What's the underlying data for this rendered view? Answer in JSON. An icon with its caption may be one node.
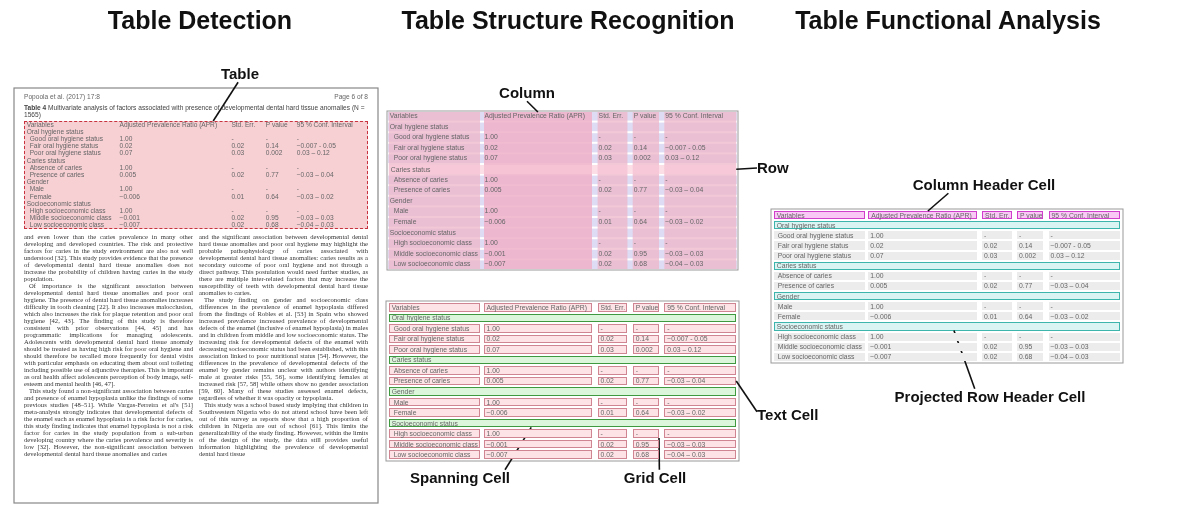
{
  "diagram": {
    "nodes": [
      {
        "text": [
          "Table"
        ]
      },
      {
        "text": [],
        "shape": "box",
        "beside": [
          "**Table 4** Multivariate analysis of factors associated with presence of developmental dental hard tissue anomalies (N = 1565)"
        ]
      },
      {
        "text": [
          "Column"
        ]
      },
      {
        "text": [],
        "shape": "box"
      },
      {
        "text": [
          "Row"
        ]
      },
      {
        "text": [
          "Caries status"
        ]
      },
      {
        "text": [
          "Text Cell"
        ]
      },
      {
        "text": [
          "−0.03 – 0.04"
        ]
      },
      {
        "text": [
          "Spanning Cell"
        ]
      },
      {
        "text": [
          "Socioeconomic status"
        ]
      },
      {
        "text": [
          "Grid Cell"
        ]
      },
      {
        "text": [
          "-"
        ]
      },
      {
        "text": [
          "Column Header Cell"
        ]
      },
      {
        "text": [
          "Adjusted Prevalence Ratio (APR)"
        ]
      },
      {
        "text": [
          "Projected Row Header Cell"
        ]
      },
      {
        "text": [
          "Socioeconomic status"
        ]
      }
    ],
    "edges": [
      {
        "from": 0,
        "to": 1,
        "arrow": "none"
      },
      {
        "from": 2,
        "to": 3,
        "arrow": "none"
      },
      {
        "from": 4,
        "to": 5,
        "arrow": "none"
      },
      {
        "from": 6,
        "to": 7,
        "arrow": "none"
      },
      {
        "from": 8,
        "to": 9,
        "arrow": "none"
      },
      {
        "from": 10,
        "to": 11,
        "arrow": "none"
      },
      {
        "from": 12,
        "to": 13,
        "arrow": "none"
      },
      {
        "from": 14,
        "to": 15,
        "arrow": "none"
      }
    ],
    "labels": [
      "Table Detection",
      "Table Structure Recognition",
      "Table Functional Analysis",
      "Popoola et al. (2017) 17:8",
      "Page 6 of 8",
      "Variables",
      "Adjusted Prevalence Ratio (APR)",
      "Std. Err.",
      "P value",
      "95 % Conf. Interval",
      "Oral hygiene status",
      "Good oral hygiene status",
      "1.00",
      "-",
      "-",
      "-",
      "Fair oral hygiene status",
      "0.02",
      "0.02",
      "0.14",
      "−0.007 - 0.05",
      "Poor oral hygiene status",
      "0.07",
      "0.03",
      "0.002",
      "0.03 – 0.12",
      "Caries status",
      "Absence of caries",
      "1.00",
      "-",
      "-",
      "-",
      "Presence of caries",
      "0.005",
      "0.02",
      "0.77",
      "−0.03 – 0.04",
      "Gender",
      "Male",
      "1.00",
      "-",
      "-",
      "-",
      "Female",
      "−0.006",
      "0.01",
      "0.64",
      "−0.03 – 0.02",
      "Socioeconomic status",
      "High socioeconomic class",
      "1.00",
      "-",
      "-",
      "-",
      "Middle socioeconomic class",
      "−0.001",
      "0.02",
      "0.95",
      "−0.03 – 0.03",
      "Low socioeconomic class",
      "−0.007",
      "0.02",
      "0.68",
      "−0.04 – 0.03",
      "and even lower than the caries prevalence in many other developing and developed countries. The risk and protective factors for caries in the study environment are also not well understood [32]. This study provides evidence that the presence of developmental dental hard tissue anomalies does not increase the probability of children having caries in the study population.",
      "Of importance is the significant association between developmental dental hard tissue anomalies and poor oral hygiene. The presence of dental hard tissue anomalies increases difficulty in tooth cleaning [22]. It also increases malocclusion, which also increases the risk for plaque retention and poor oral hygiene [42, 43]. The finding of this study is therefore consistent with prior observations [44, 45] and has programmatic implications for managing adolescents. Adolescents with developmental dental hard tissue anomaly should be treated as having high risk for poor oral hygiene and should therefore be recalled more frequently for dental visits with particular emphasis on educating them about oral toileting including possible use of adjunctive therapies. This is important as oral health affect adolescents perception of body image, self-esteem and mental health [46, 47].",
      "This study found a non-significant association between caries and presence of enamel hypoplasia unlike the findings of some previous studies [48–51]. While Vargas-Ferreira et al's [51] meta-analysis strongly indicates that developmental defects of the enamel such as enamel hypoplasia is a risk factor for caries, this study finding indicates that enamel hypoplasia is not a risk factor for caries in the study population from a sub-urban developing country where the caries prevalence and severity is low [32]. However, the non-significant association between developmental dental hard tissue anomalies and caries",
      "and the significant association between developmental dental hard tissue anomalies and poor oral hygiene may highlight the probable pathophysiology of caries associated with developmental dental hard tissue anomalies: caries results as a secondary outcome of poor oral hygiene and not through a direct pathway. This postulation would need further studies, as there are multiple inter-related factors that may increase the susceptibility of teeth with developmental dental hard tissue anomalies to caries.",
      "The study finding on gender and socioeconomic class differences in the prevalence of enamel hypoplasia differed from the findings of Robles et al. [53] in Spain who showed increased prevalence increased prevalence of developmental defects of the enamel (inclusive of enamel hypoplasia) in males and in children from middle and low socioeconomic status. The increasing risk for developmental defects of the enamel with decreasing socioeconomic status had been established, with this association linked to poor nutritional status [54]. However, the differences in the prevalence of developmental defects of the enamel by gender remains unclear with authors identifying male at greater risks [55, 56], some identifying females at increased risk [57, 58] while others show no gender association [59, 60]. Many of these studies assessed enamel defects, regardless of whether it was opacity or hypoplasia.",
      "This study was a school based study implying that children in Southwestern Nigeria who do not attend school have been left out of this survey as reports show that a high proportion of children in Nigeria are out of school [61]. This limits the generalizability of the study finding. However, within the limits of the design of the study, the data still provides useful information highlighting the prevalence of developmental dental hard tissue",
      "Variables",
      "Adjusted Prevalence Ratio (APR)",
      "Std. Err.",
      "P value",
      "95 % Conf. Interval",
      "Oral hygiene status",
      "Good oral hygiene status",
      "1.00",
      "-",
      "-",
      "-",
      "Fair oral hygiene status",
      "0.02",
      "0.02",
      "0.14",
      "−0.007 - 0.05",
      "Poor oral hygiene status",
      "0.07",
      "0.03",
      "0.002",
      "0.03 – 0.12",
      "Absence of caries",
      "1.00",
      "-",
      "-",
      "-",
      "Presence of caries",
      "0.005",
      "0.02",
      "0.77",
      "−0.03 – 0.04",
      "Gender",
      "Male",
      "1.00",
      "-",
      "-",
      "-",
      "Female",
      "−0.006",
      "0.01",
      "0.64",
      "−0.03 – 0.02",
      "Socioeconomic status",
      "High socioeconomic class",
      "1.00",
      "-",
      "-",
      "-",
      "Middle socioeconomic class",
      "−0.001",
      "0.02",
      "0.95",
      "−0.03 – 0.03",
      "Low socioeconomic class",
      "−0.007",
      "0.02",
      "0.68",
      "−0.04 – 0.03",
      "Variables",
      "Adjusted Prevalence Ratio (APR)",
      "Std. Err.",
      "P value",
      "95 % Conf. Interval",
      "Oral hygiene status",
      "Good oral hygiene status",
      "1.00",
      "-",
      "-",
      "-",
      "Fair oral hygiene status",
      "0.02",
      "0.02",
      "0.14",
      "−0.007 - 0.05",
      "Poor oral hygiene status",
      "0.07",
      "0.03",
      "0.002",
      "0.03 – 0.12",
      "Caries status",
      "Absence of caries",
      "1.00",
      "-",
      "-",
      "-",
      "Presence of caries",
      "0.005",
      "0.02",
      "0.77",
      "Gender",
      "Male",
      "1.00",
      "-",
      "-",
      "-",
      "Female",
      "−0.006",
      "0.01",
      "0.64",
      "−0.03 – 0.02",
      "High socioeconomic class",
      "1.00",
      "-",
      "-",
      "Middle socioeconomic class",
      "−0.001",
      "0.02",
      "0.95",
      "−0.03 – 0.03",
      "Low socioeconomic class",
      "−0.007",
      "0.02",
      "0.68",
      "−0.04 – 0.03",
      "Variables",
      "Std. Err.",
      "P value",
      "95 % Conf. Interval",
      "Oral hygiene status",
      "Good oral hygiene status",
      "1.00",
      "-",
      "-",
      "-",
      "Fair oral hygiene status",
      "0.02",
      "0.02",
      "0.14",
      "−0.007 - 0.05",
      "Poor oral hygiene status",
      "0.07",
      "0.03",
      "0.002",
      "0.03 – 0.12",
      "Caries status",
      "Absence of caries",
      "1.00",
      "-",
      "-",
      "-",
      "Presence of caries",
      "0.005",
      "0.02",
      "0.77",
      "−0.03 – 0.04",
      "Gender",
      "Male",
      "1.00",
      "-",
      "-",
      "-",
      "Female",
      "−0.006",
      "0.01",
      "0.64",
      "−0.03 – 0.02",
      "High socioeconomic class",
      "1.00",
      "-",
      "-",
      "-",
      "Middle socioeconomic class",
      "−0.001",
      "0.02",
      "0.95",
      "−0.03 – 0.03",
      "Low socioeconomic class",
      "−0.007",
      "0.02",
      "0.68",
      "−0.04 – 0.03"
    ]
  }
}
